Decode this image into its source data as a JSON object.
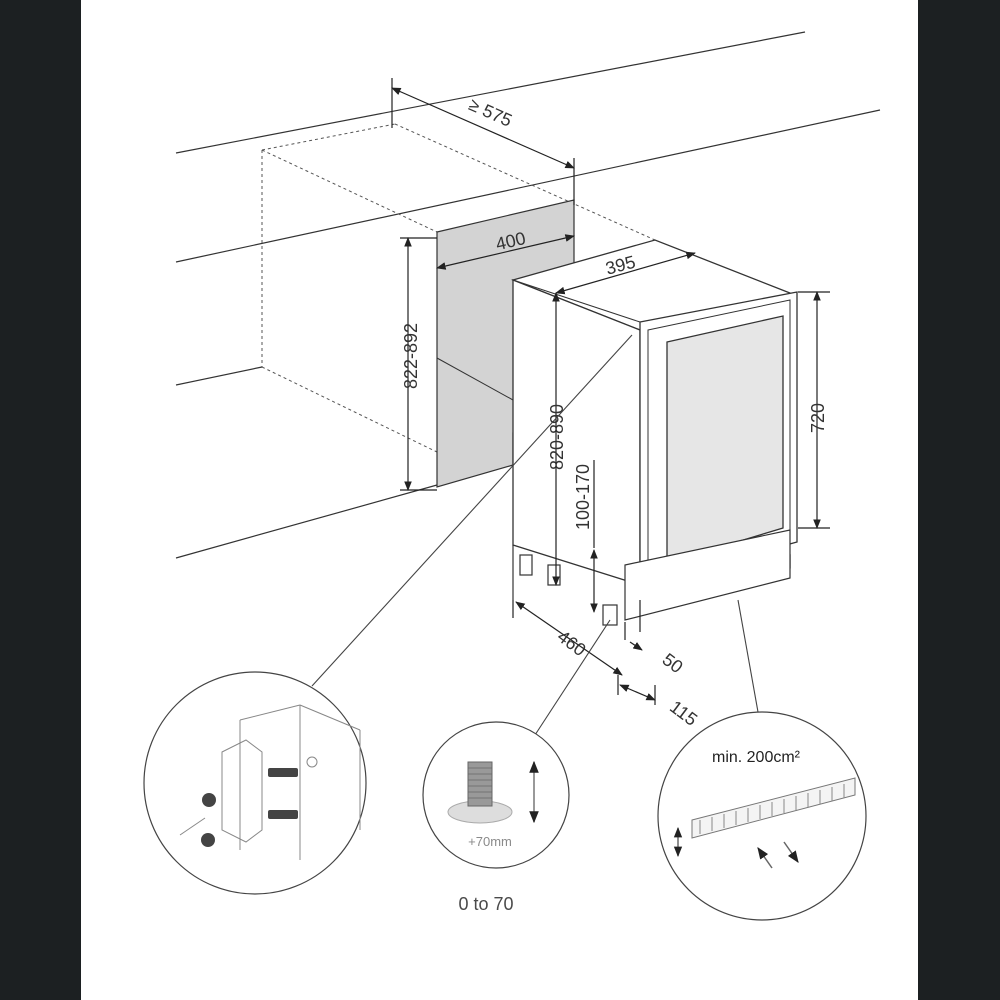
{
  "dimensions": {
    "depth_min": "≥ 575",
    "niche_width": "400",
    "appliance_width": "395",
    "niche_height": "822-892",
    "appliance_height": "820-890",
    "door_height": "720",
    "plinth_height": "100-170",
    "appliance_depth": "460",
    "door_offset": "50",
    "rear_offset": "115"
  },
  "details": {
    "foot_adjust": "+70mm",
    "foot_range": "0 to 70",
    "ventilation": "min. 200cm²"
  },
  "colors": {
    "line": "#333333",
    "panel": "#d3d3d3",
    "glass": "#e6e6e6",
    "outer_frame": "#1c2022"
  },
  "icons": [
    "wall-bracket-icon",
    "adjustable-foot-icon",
    "ventilation-grille-icon",
    "double-arrow-icon"
  ]
}
